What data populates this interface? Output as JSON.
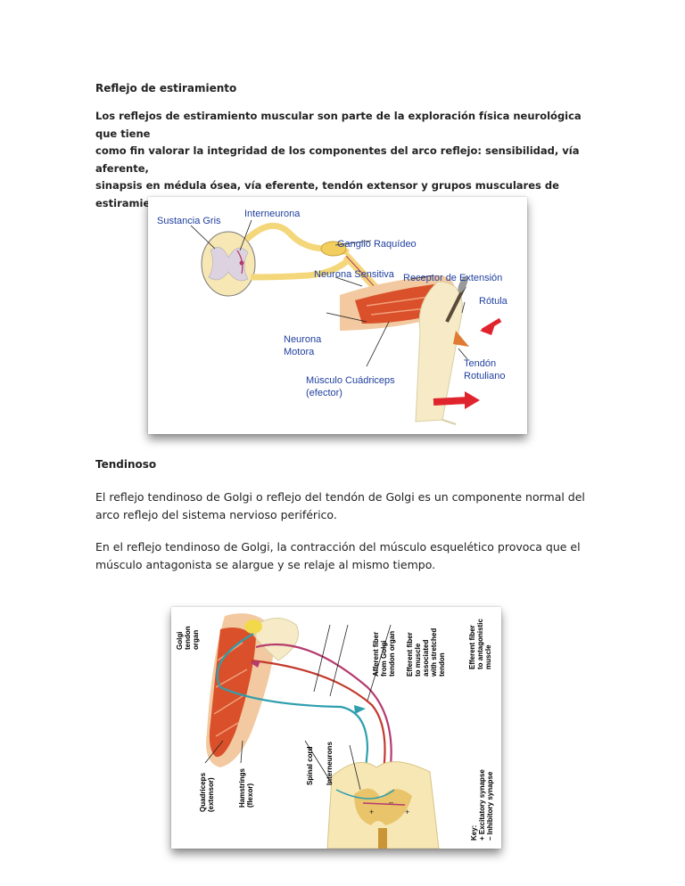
{
  "section1": {
    "heading": "Reflejo de estiramiento",
    "paragraph_lines": [
      "Los reflejos de estiramiento muscular son parte de la exploración física neurológica que tiene",
      "como fin valorar la integridad de los componentes del arco reflejo: sensibilidad, vía aferente,",
      "sinapsis en médula ósea, vía eferente, tendón extensor y grupos musculares de estiramiento."
    ]
  },
  "figure1": {
    "labels": {
      "sustancia_gris": "Sustancia Gris",
      "interneurona": "Interneurona",
      "ganglio": "Ganglio Raquídeo",
      "neurona_sensitiva": "Neurona Sensitiva",
      "receptor": "Receptor de Extensión",
      "rotula": "Rótula",
      "neurona_motora_1": "Neurona",
      "neurona_motora_2": "Motora",
      "musculo_1": "Músculo Cuádriceps",
      "musculo_2": "(efector)",
      "tendon_1": "Tendón",
      "tendon_2": "Rotuliano"
    }
  },
  "section2": {
    "heading": "Tendinoso",
    "paragraph1_lines": [
      "El reflejo tendinoso de Golgi o reflejo del tendón de Golgi es un componente normal del",
      "arco reflejo del sistema nervioso periférico."
    ],
    "paragraph2_lines": [
      "En el reflejo tendinoso de Golgi, la contracción del músculo esquelético provoca que el",
      "músculo antagonista se alargue y se relaje al mismo tiempo."
    ]
  },
  "figure2": {
    "labels": {
      "golgi_1": "Golgi",
      "golgi_2": "tendon",
      "golgi_3": "organ",
      "afferent_1": "Afferent fiber",
      "afferent_2": "from Golgi",
      "afferent_3": "tendon organ",
      "efferent_1": "Efferent fiber",
      "efferent_2": "to muscle",
      "efferent_3": "associated",
      "efferent_4": "with stretched",
      "efferent_5": "tendon",
      "antag_1": "Efferent fiber",
      "antag_2": "to antagonistic",
      "antag_3": "muscle",
      "spinal": "Spinal cord",
      "interneurons": "Interneurons",
      "quad_1": "Quadriceps",
      "quad_2": "(extensor)",
      "ham_1": "Hamstrings",
      "ham_2": "(flexor)",
      "key": "Key:",
      "key_plus": "+  Excitatory synapse",
      "key_minus": "–  Inhibitory synapse"
    }
  }
}
